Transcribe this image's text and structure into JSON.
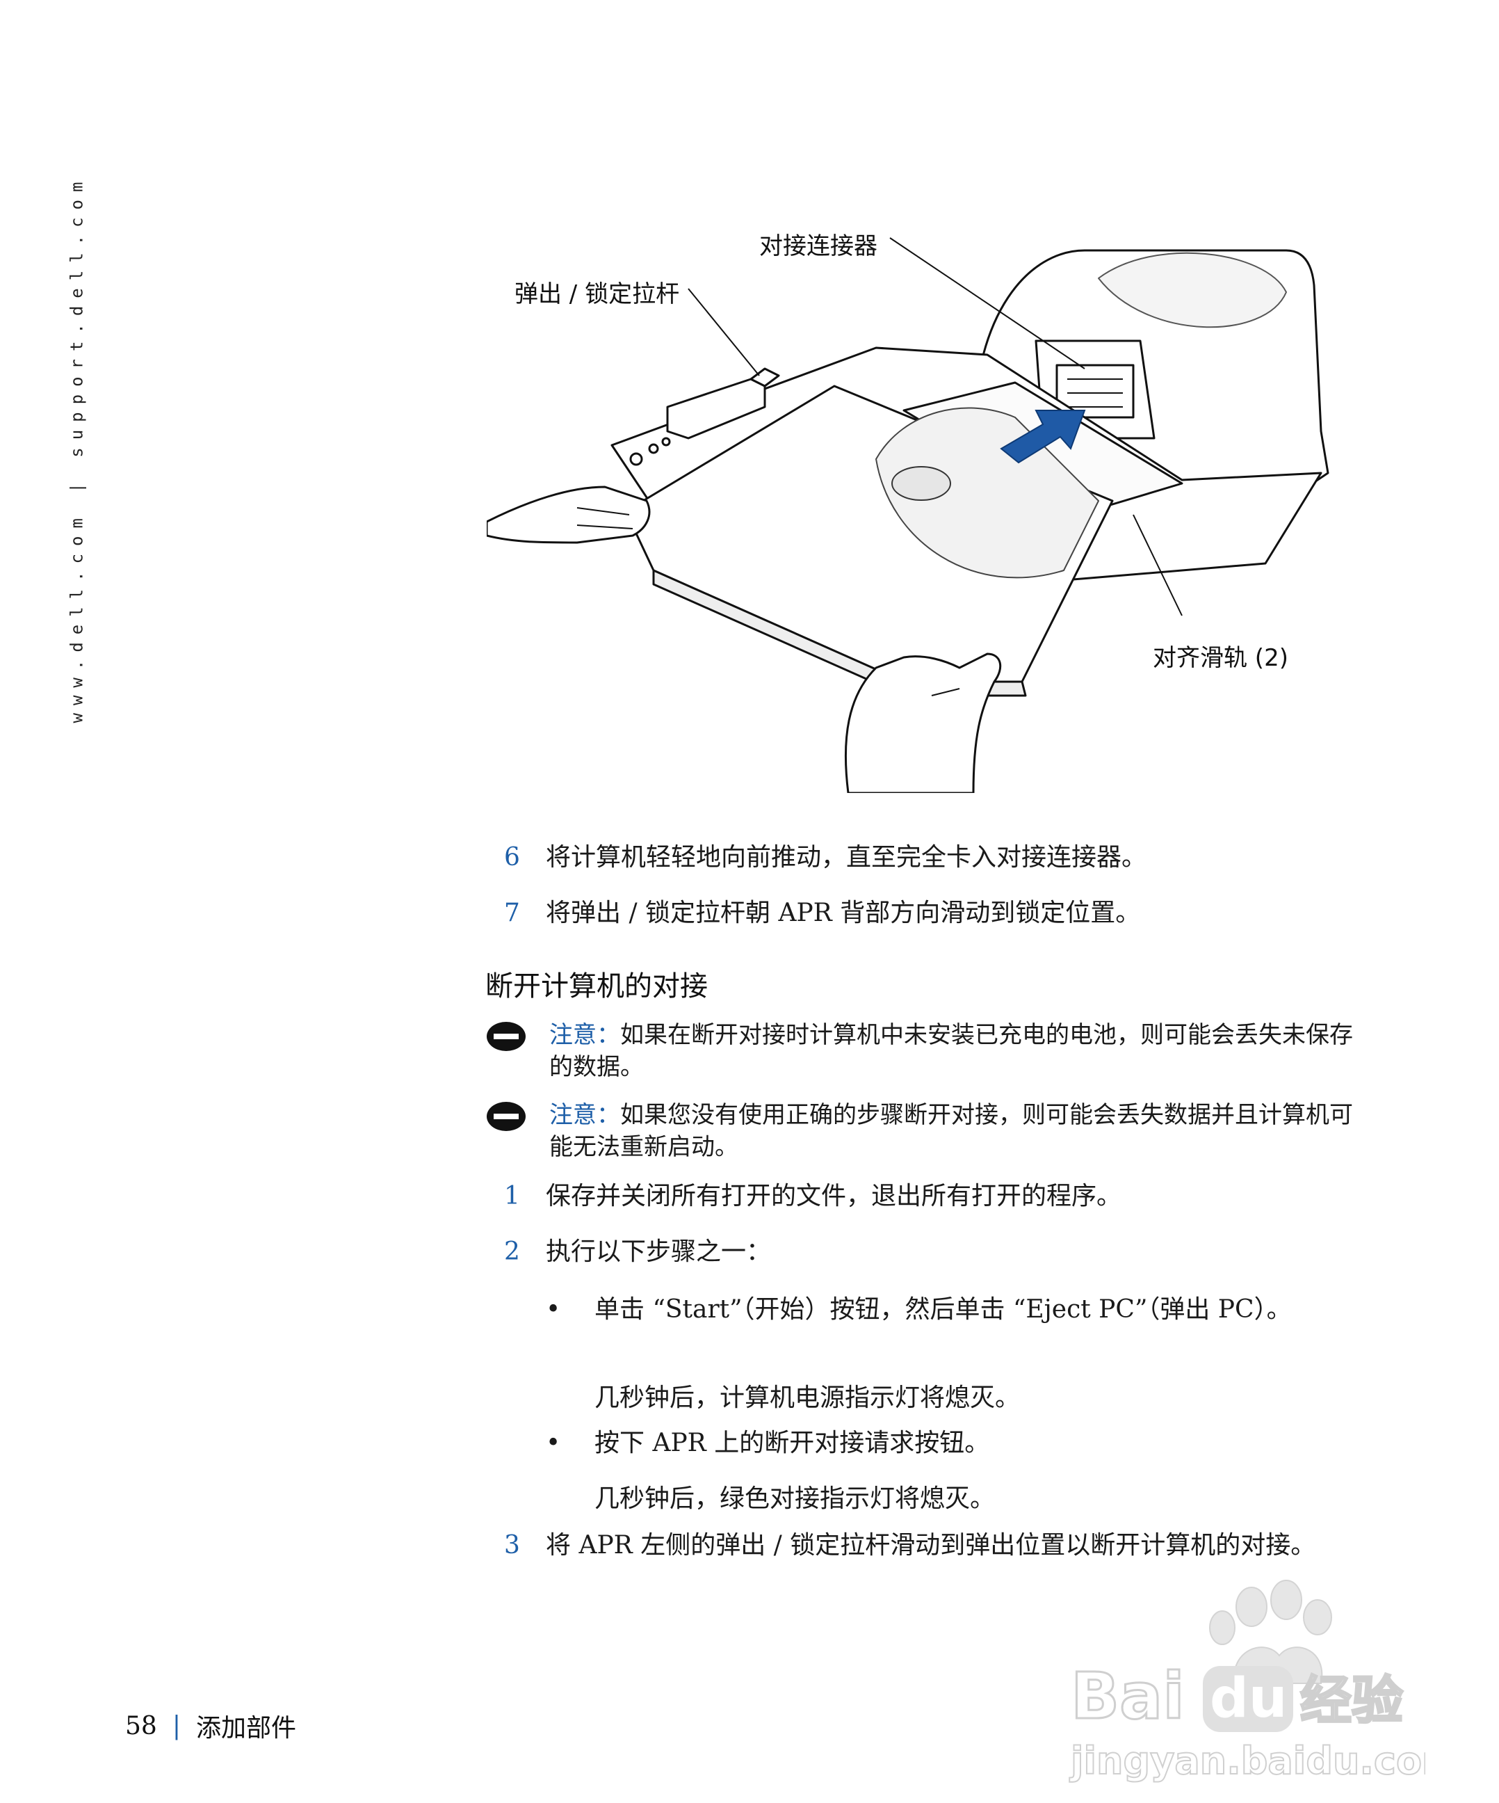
{
  "side_url": "www.dell.com | support.dell.com",
  "figure": {
    "callouts": {
      "docking_connector": "对接连接器",
      "eject_lever": "弹出 / 锁定拉杆",
      "alignment_rails": "对齐滑轨 (2)"
    }
  },
  "steps_top": [
    {
      "num": "6",
      "text": "将计算机轻轻地向前推动，直至完全卡入对接连接器。"
    },
    {
      "num": "7",
      "text": "将弹出 / 锁定拉杆朝 APR 背部方向滑动到锁定位置。"
    }
  ],
  "section_heading": "断开计算机的对接",
  "notices": [
    {
      "label": "注意：",
      "text": "如果在断开对接时计算机中未安装已充电的电池，则可能会丢失未保存的数据。"
    },
    {
      "label": "注意：",
      "text": "如果您没有使用正确的步骤断开对接，则可能会丢失数据并且计算机可能无法重新启动。"
    }
  ],
  "steps": {
    "s1": {
      "num": "1",
      "text": "保存并关闭所有打开的文件，退出所有打开的程序。"
    },
    "s2": {
      "num": "2",
      "text": "执行以下步骤之一："
    },
    "s3": {
      "num": "3",
      "text": "将 APR 左侧的弹出 / 锁定拉杆滑动到弹出位置以断开计算机的对接。"
    }
  },
  "bullets": [
    {
      "symbol": "•",
      "text": "单击 “Start”（开始）按钮，然后单击 “Eject PC”（弹出 PC）。",
      "note": "几秒钟后，计算机电源指示灯将熄灭。"
    },
    {
      "symbol": "•",
      "text": "按下 APR 上的断开对接请求按钮。",
      "note": "几秒钟后，绿色对接指示灯将熄灭。"
    }
  ],
  "footer": {
    "page_number": "58",
    "separator": "|",
    "chapter": "添加部件"
  },
  "watermark": {
    "brand": "Bai",
    "brand2": "du",
    "suffix": "经验",
    "url": "jingyan.baidu.com"
  },
  "colors": {
    "accent_blue": "#1e5fa8",
    "arrow_blue": "#1f5aa6",
    "text": "#1a1a1a"
  }
}
